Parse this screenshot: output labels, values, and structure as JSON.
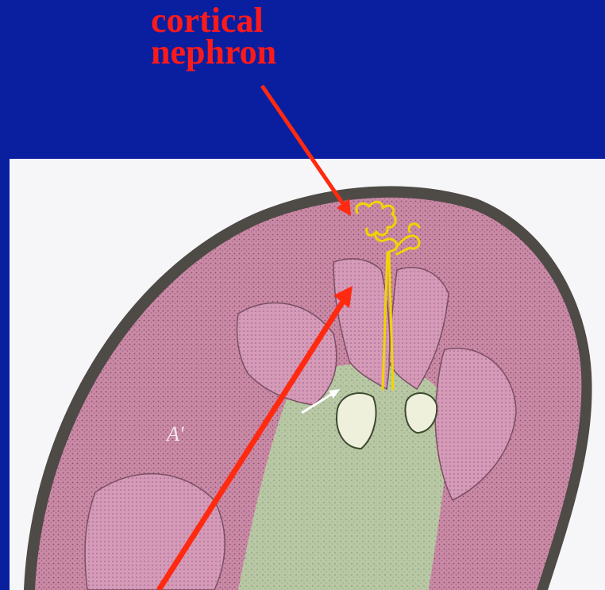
{
  "slide": {
    "background_color": "#0a1fa0",
    "title_color": "#ff1a1a",
    "title_lines": [
      "cortical",
      "nephron"
    ]
  },
  "image": {
    "label_a": "A'",
    "nephron_color": "#f2d400",
    "arrow_color": "#ff2a10"
  }
}
